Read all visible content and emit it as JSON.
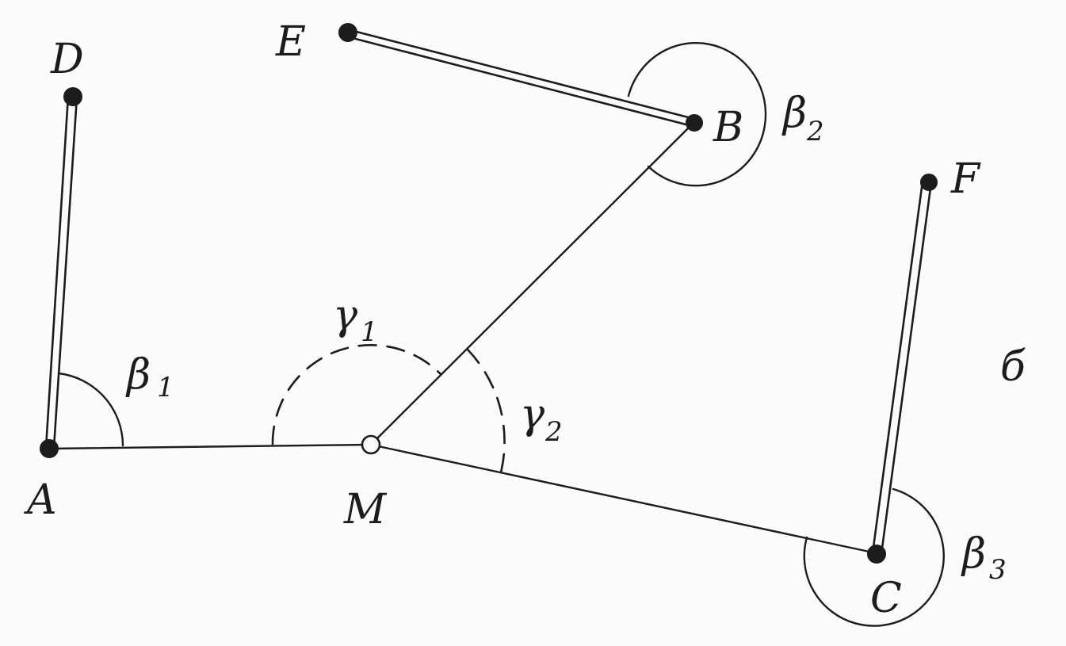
{
  "points": {
    "A": "A",
    "M": "M",
    "B": "B",
    "C": "C",
    "D": "D",
    "E": "E",
    "F": "F"
  },
  "angles": {
    "beta1": {
      "symbol": "β",
      "index": "1"
    },
    "beta2": {
      "symbol": "β",
      "index": "2"
    },
    "beta3": {
      "symbol": "β",
      "index": "3"
    },
    "gamma1": {
      "symbol": "γ",
      "index": "1"
    },
    "gamma2": {
      "symbol": "γ",
      "index": "2"
    }
  },
  "figure_label": "б",
  "colors": {
    "ink": "#1c1c1c",
    "paper": "#fbfbfb"
  }
}
